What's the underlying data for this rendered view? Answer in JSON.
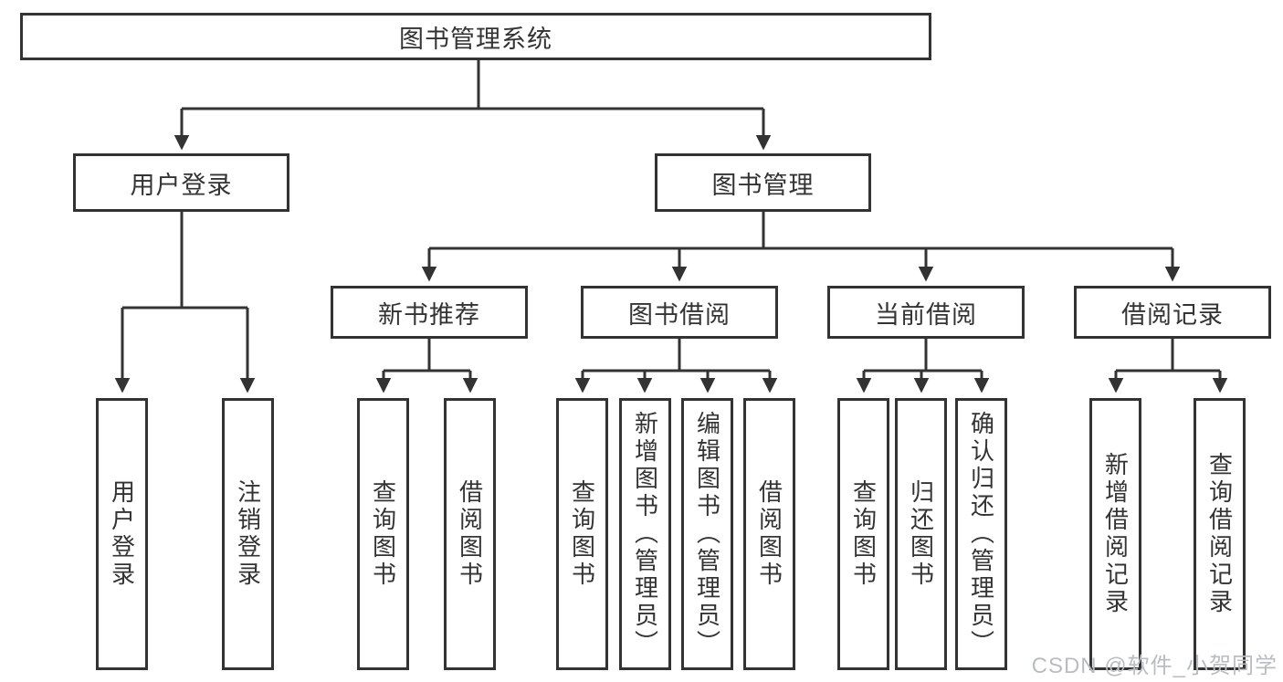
{
  "root": {
    "label": "图书管理系统"
  },
  "level1": {
    "login": {
      "label": "用户登录",
      "children": [
        "用户登录",
        "注销登录"
      ]
    },
    "management": {
      "label": "图书管理"
    }
  },
  "level2": {
    "recommend": {
      "label": "新书推荐",
      "children": [
        "查询图书",
        "借阅图书"
      ]
    },
    "borrow": {
      "label": "图书借阅",
      "children": [
        "查询图书",
        "新增图书（管理员）",
        "编辑图书（管理员）",
        "借阅图书"
      ]
    },
    "current": {
      "label": "当前借阅",
      "children": [
        "查询图书",
        "归还图书",
        "确认归还（管理员）"
      ]
    },
    "records": {
      "label": "借阅记录",
      "children": [
        "新增借阅记录",
        "查询借阅记录"
      ]
    }
  },
  "watermark": {
    "label": "CSDN @软件_小贺同学"
  },
  "colors": {
    "line": "#333333",
    "text": "#333333",
    "canvas": "#ffffff",
    "watermark": "#b9bdc1"
  }
}
